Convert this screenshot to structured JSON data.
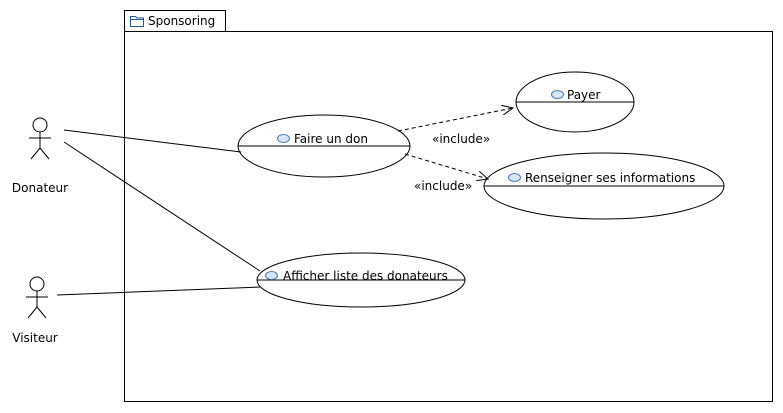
{
  "package": {
    "name": "Sponsoring",
    "icon": "folder-icon"
  },
  "actors": {
    "donateur": {
      "label": "Donateur",
      "icon": "stick-figure-icon"
    },
    "visiteur": {
      "label": "Visiteur",
      "icon": "stick-figure-icon"
    }
  },
  "use_cases": {
    "faire_un_don": {
      "label": "Faire un don",
      "icon": "use-case-icon"
    },
    "payer": {
      "label": "Payer",
      "icon": "use-case-icon"
    },
    "renseigner": {
      "label": "Renseigner ses informations",
      "icon": "use-case-icon"
    },
    "afficher_liste": {
      "label": "Afficher liste des donateurs",
      "icon": "use-case-icon"
    }
  },
  "relations": {
    "include_payer": {
      "label": "«include»"
    },
    "include_renseigner": {
      "label": "«include»"
    }
  },
  "colors": {
    "line": "#000000",
    "background": "#ffffff",
    "use_case_icon_fill": "#d6e6f7",
    "use_case_icon_stroke": "#4a79b5"
  }
}
